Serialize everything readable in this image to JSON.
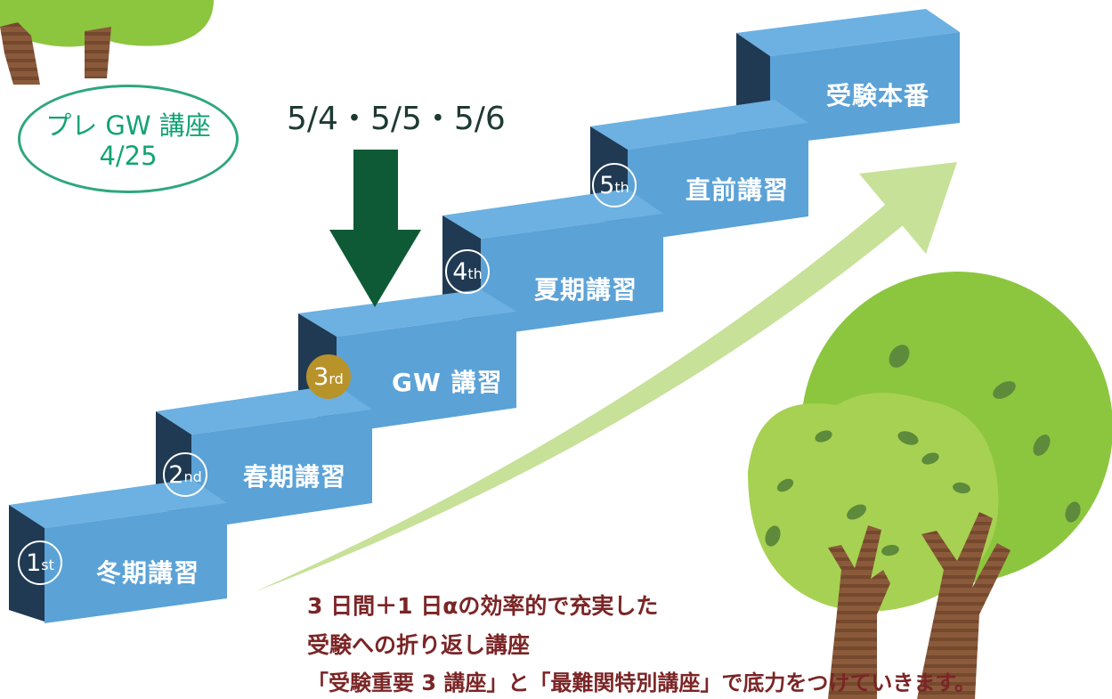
{
  "pre_gw": {
    "title": "プレ GW 講座",
    "date": "4/25"
  },
  "gw_dates": "5/4・5/5・5/6",
  "steps": [
    {
      "num": "1",
      "suffix": "st",
      "label": "冬期講習",
      "current": false
    },
    {
      "num": "2",
      "suffix": "nd",
      "label": "春期講習",
      "current": false
    },
    {
      "num": "3",
      "suffix": "rd",
      "label": "GW 講習",
      "current": true
    },
    {
      "num": "4",
      "suffix": "th",
      "label": "夏期講習",
      "current": false
    },
    {
      "num": "5",
      "suffix": "th",
      "label": "直前講習",
      "current": false
    },
    {
      "num": "",
      "suffix": "",
      "label": "受験本番",
      "current": false
    }
  ],
  "description": {
    "line1": "3 日間＋1 日αの効率的で充実した",
    "line2": "受験への折り返し講座",
    "line3": "「受験重要 3 講座」と「最難関特別講座」で底力をつけていきます。"
  },
  "colors": {
    "stair_front": "#5ba2d7",
    "stair_top": "#6cb1e1",
    "stair_side": "#203a53",
    "badge_active": "#b8932a",
    "arrow_down": "#0e5a36",
    "growth_arrow": "#c7e199",
    "bubble_border": "#2ea77d",
    "description_text": "#7b2526",
    "tree_foliage": "#8cc63f",
    "tree_trunk": "#8a5a3b"
  }
}
